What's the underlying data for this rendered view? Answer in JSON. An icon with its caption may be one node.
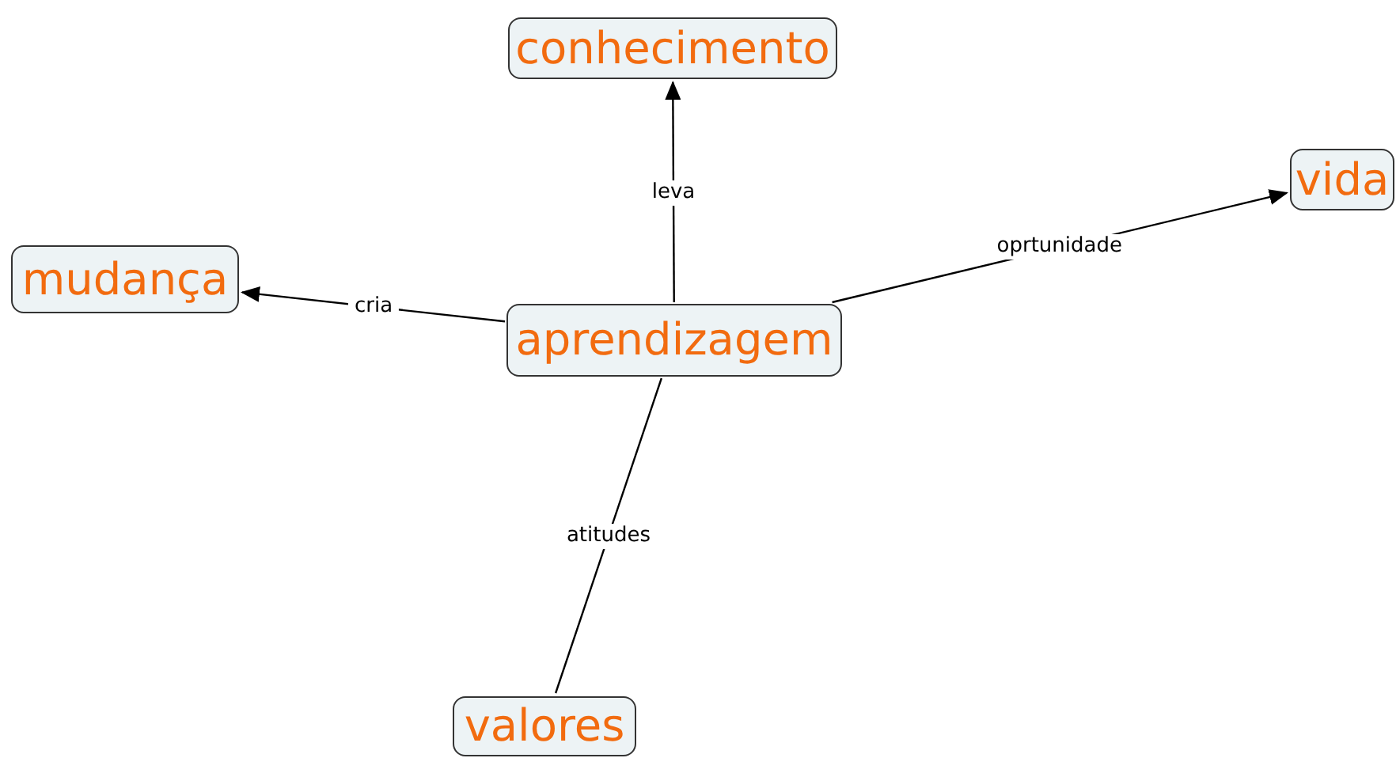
{
  "diagram": {
    "nodes": [
      {
        "text": [
          "aprendizagem"
        ]
      },
      {
        "text": [
          "conhecimento"
        ]
      },
      {
        "text": [
          "mudança"
        ]
      },
      {
        "text": [
          "vida"
        ]
      },
      {
        "text": [
          "valores"
        ]
      }
    ],
    "edges": [
      {
        "from": 0,
        "to": 1,
        "arrow": "to",
        "label": "leva"
      },
      {
        "from": 0,
        "to": 2,
        "arrow": "to",
        "label": "cria"
      },
      {
        "from": 0,
        "to": 3,
        "arrow": "to",
        "label": "oprtunidade"
      },
      {
        "from": 0,
        "to": 4,
        "arrow": "none",
        "label": "atitudes"
      }
    ]
  }
}
